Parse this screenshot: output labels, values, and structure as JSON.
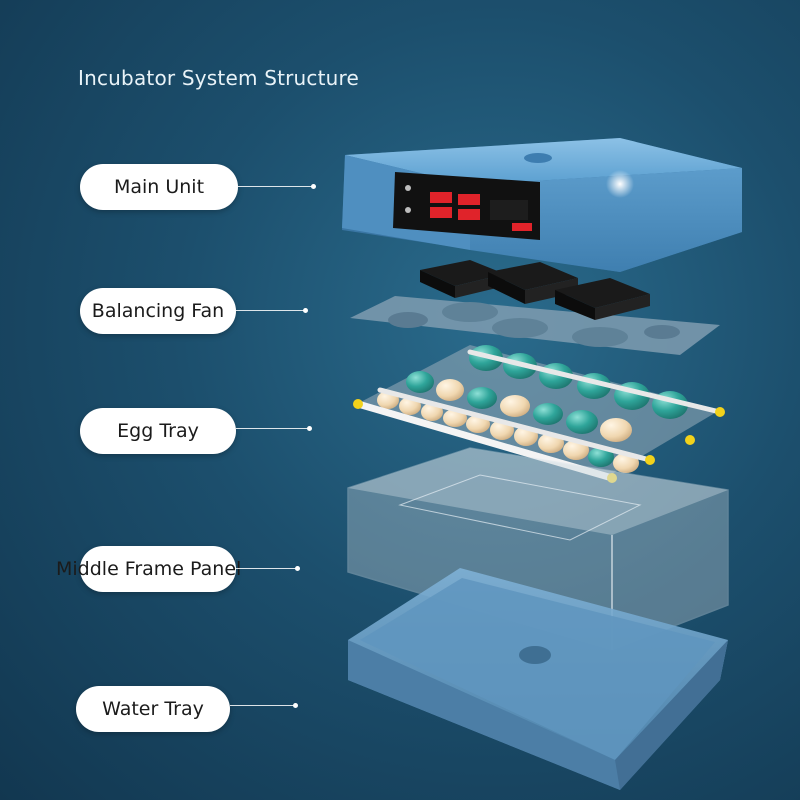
{
  "title": "Incubator System Structure",
  "labels": {
    "main_unit": "Main Unit",
    "balancing_fan": "Balancing Fan",
    "egg_tray": "Egg Tray",
    "middle_frame_panel": "Middle Frame Panel",
    "water_tray": "Water Tray"
  },
  "colors": {
    "background": "#1c4f6d",
    "main_unit": "#5a9fd0",
    "display": "#111111",
    "digits": "#e0232a",
    "egg_teal": "#2fa59a",
    "egg_cream": "#f0d7b0",
    "roller_end": "#f2d21b",
    "frame": "#cfd8de",
    "water_tray": "#6a9ec4"
  }
}
